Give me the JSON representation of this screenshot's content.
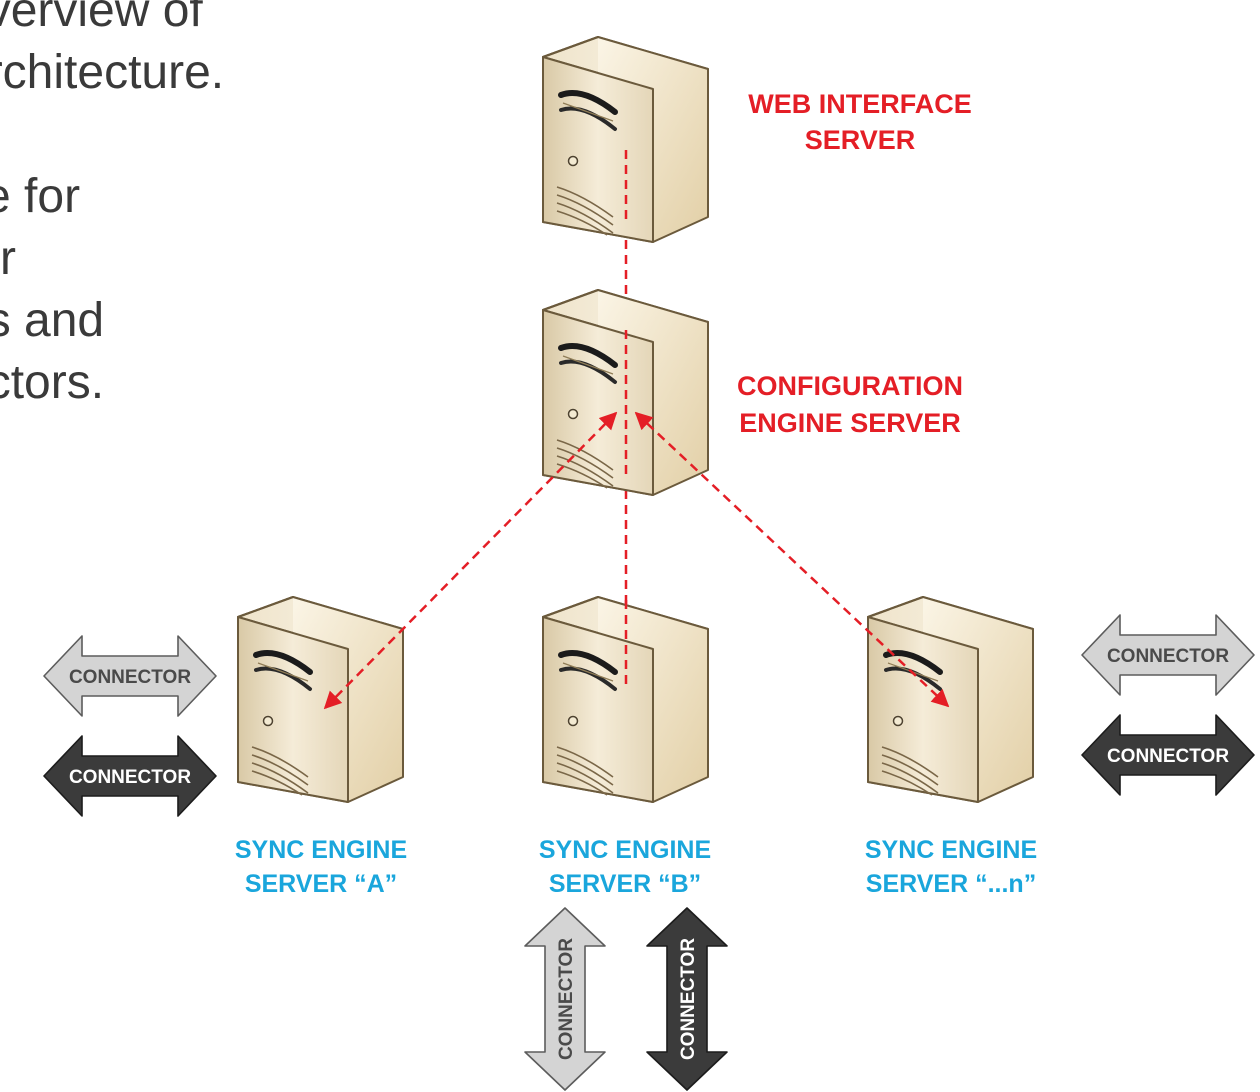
{
  "slide_text": {
    "lines": [
      "overview of",
      "architecture.",
      "",
      "ce for",
      " for",
      "es and",
      "ectors."
    ]
  },
  "servers": {
    "web": {
      "label_line1": "WEB INTERFACE",
      "label_line2": "SERVER"
    },
    "config": {
      "label_line1": "CONFIGURATION",
      "label_line2": "ENGINE SERVER"
    },
    "sync_a": {
      "label_line1": "SYNC ENGINE",
      "label_line2": "SERVER “A”"
    },
    "sync_b": {
      "label_line1": "SYNC ENGINE",
      "label_line2": "SERVER “B”"
    },
    "sync_n": {
      "label_line1": "SYNC ENGINE",
      "label_line2": "SERVER “...n”"
    }
  },
  "connectors": {
    "label": "CONNECTOR"
  },
  "colors": {
    "link": "#e41e26",
    "server_label": "#e41e26",
    "sync_label": "#1aa6dc",
    "connector_light": "#d2d2d2",
    "connector_dark": "#3b3b3b"
  },
  "icons": {
    "server": "server-tower-icon",
    "connector": "double-arrow-icon"
  }
}
